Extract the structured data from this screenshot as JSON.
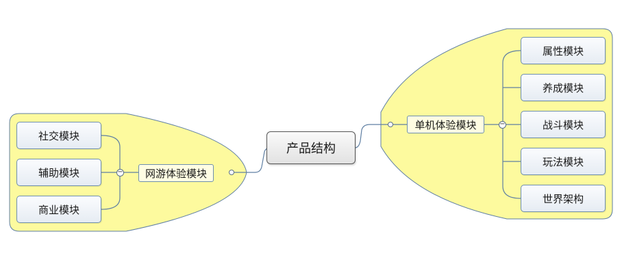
{
  "colors": {
    "boundary_fill": "#fdfa9e",
    "boundary_stroke": "#5f7fa3",
    "connector": "#5f7fa3"
  },
  "root": {
    "label": "产品结构"
  },
  "left_branch": {
    "label": "网游体验模块",
    "toggle": "−",
    "children": [
      {
        "label": "社交模块"
      },
      {
        "label": "辅助模块"
      },
      {
        "label": "商业模块"
      }
    ]
  },
  "right_branch": {
    "label": "单机体验模块",
    "toggle": "−",
    "children": [
      {
        "label": "属性模块"
      },
      {
        "label": "养成模块"
      },
      {
        "label": "战斗模块"
      },
      {
        "label": "玩法模块"
      },
      {
        "label": "世界架构"
      }
    ]
  }
}
